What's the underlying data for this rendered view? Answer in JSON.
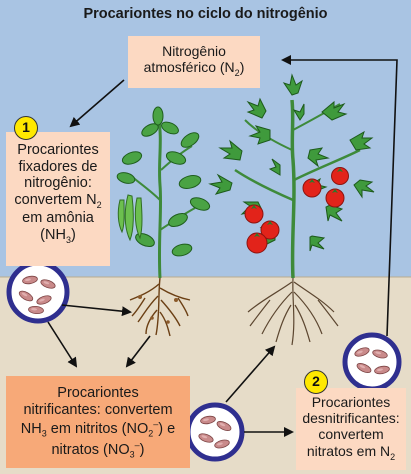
{
  "title": "Procariontes no ciclo do nitrogênio",
  "atmospheric_box": {
    "line1": "Nitrogênio",
    "line2_prefix": "atmosférico (N",
    "line2_sub": "2",
    "line2_suffix": ")"
  },
  "fixers_box": {
    "badge": "1",
    "line1": "Procariontes",
    "line2": "fixadores de",
    "line3": "nitrogênio:",
    "line4_prefix": "convertem N",
    "line4_sub": "2",
    "line5": "em amônia",
    "line6_prefix": "(NH",
    "line6_sub": "3",
    "line6_suffix": ")"
  },
  "nitrifiers_box": {
    "line1": "Procariontes",
    "line2": "nitrificantes: convertem",
    "line3_a": "NH",
    "line3_sub1": "3",
    "line3_b": " em nitritos (NO",
    "line3_sub2": "2",
    "line3_sup2": "–",
    "line3_c": ") e",
    "line4_a": "nitratos (NO",
    "line4_sub": "3",
    "line4_sup": "–",
    "line4_b": ")"
  },
  "denitrifiers_box": {
    "badge": "2",
    "line1": "Procariontes",
    "line2": "desnitrificantes:",
    "line3": "convertem",
    "line4_prefix": "nitratos em N",
    "line4_sub": "2"
  },
  "colors": {
    "sky": "#a9c4e3",
    "soil": "#e6dcc8",
    "box_light": "#fcd9c2",
    "box_dark": "#f7a978",
    "badge": "#ffe800",
    "circle_border": "#2f2f8f",
    "bacteria": "#c98a8a",
    "leaf": "#3f9a3c",
    "tomato": "#e2231a"
  },
  "icons": [
    "bacteria-circle-icon",
    "bean-plant-icon",
    "tomato-plant-icon",
    "arrow-icon"
  ]
}
